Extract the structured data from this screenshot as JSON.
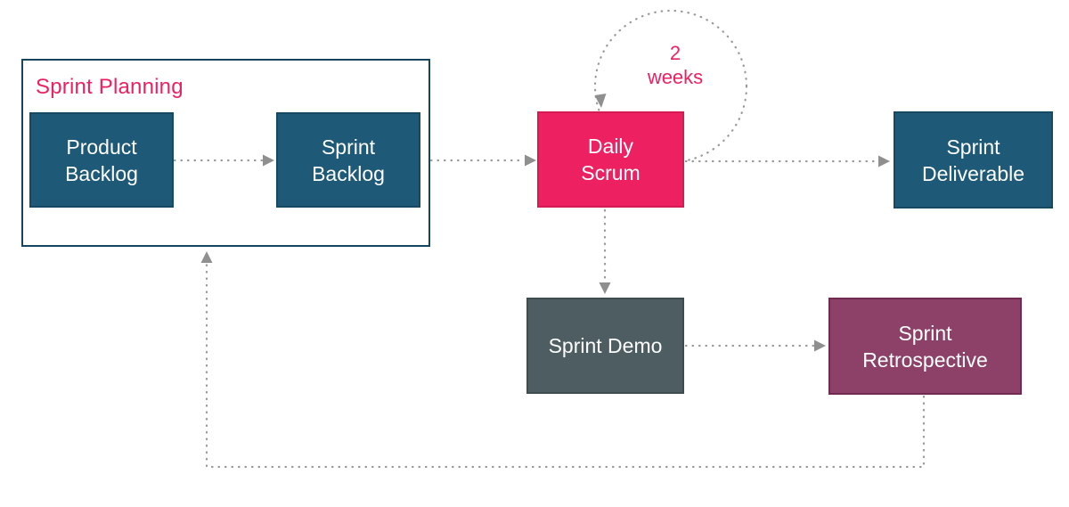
{
  "diagram": {
    "group": {
      "label": "Sprint Planning"
    },
    "nodes": {
      "product_backlog": {
        "label": "Product\nBacklog",
        "color": "#1e5a78"
      },
      "sprint_backlog": {
        "label": "Sprint\nBacklog",
        "color": "#1e5a78"
      },
      "daily_scrum": {
        "label": "Daily\nScrum",
        "color": "#ed2161"
      },
      "sprint_deliverable": {
        "label": "Sprint\nDeliverable",
        "color": "#1e5a78"
      },
      "sprint_demo": {
        "label": "Sprint Demo",
        "color": "#4d5d61"
      },
      "sprint_retrospective": {
        "label": "Sprint\nRetrospective",
        "color": "#8d4168"
      }
    },
    "loop": {
      "label": "2\nweeks"
    },
    "colors": {
      "accent_pink": "#ed2161",
      "teal": "#1e5a78",
      "slate_gray": "#4d5d61",
      "purple": "#8d4168",
      "group_border": "#16455f",
      "connector_gray": "#999999",
      "arrowhead_gray": "#8f8f8f",
      "text_on_node": "#ffffff",
      "background": "#ffffff"
    },
    "flows": [
      "Product Backlog → Sprint Backlog",
      "Sprint Planning → Daily Scrum",
      "Daily Scrum → Sprint Deliverable",
      "Daily Scrum → Daily Scrum (2 weeks loop)",
      "Daily Scrum → Sprint Demo",
      "Sprint Demo → Sprint Retrospective",
      "Sprint Retrospective → Sprint Planning"
    ]
  }
}
